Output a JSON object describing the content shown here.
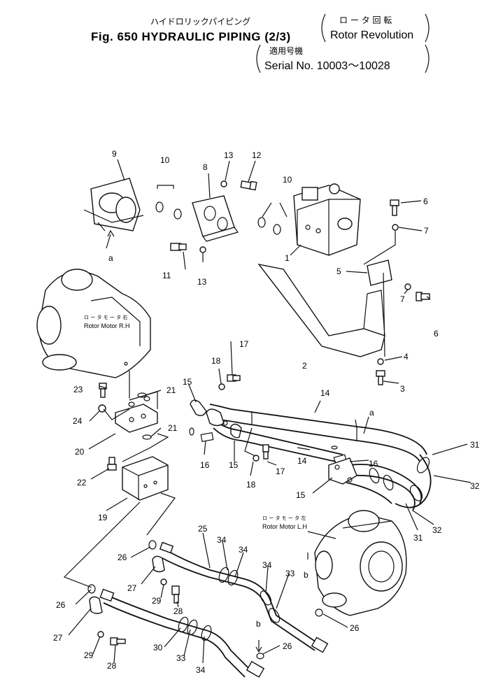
{
  "header": {
    "title_jp": "ハイドロリックパイピング",
    "title_en": "Fig. 650 HYDRAULIC PIPING (2/3)",
    "qualifier_jp": "ロ ー タ 回 転",
    "qualifier_en": "Rotor Revolution",
    "serial_jp": "適用号機",
    "serial_en": "Serial No. 10003～10028"
  },
  "motor_labels": {
    "rh_jp": "ロ ー タ  モ ー タ 右",
    "rh_en": "Rotor Motor R.H",
    "lh_jp": "ロ ー タ  モ ー タ 左",
    "lh_en": "Rotor Motor L.H"
  },
  "callouts": {
    "c9": "9",
    "c10a": "10",
    "c8": "8",
    "c13a": "13",
    "c12": "12",
    "c10b": "10",
    "c6a": "6",
    "c7a": "7",
    "c1": "1",
    "c5": "5",
    "c7b": "7",
    "c6b": "6",
    "ca1": "a",
    "c11": "11",
    "c13b": "13",
    "c2": "2",
    "c4": "4",
    "c3": "3",
    "c17a": "17",
    "c18a": "18",
    "c15a": "15",
    "c14a": "14",
    "ca2": "a",
    "c23": "23",
    "c21a": "21",
    "c24": "24",
    "c21b": "21",
    "c20": "20",
    "c16a": "16",
    "c15b": "15",
    "c14b": "14",
    "c16b": "16",
    "c17b": "17",
    "c18b": "18",
    "c31a": "31",
    "c32a": "32",
    "c22": "22",
    "c19": "19",
    "c15c": "15",
    "c31b": "31",
    "c32b": "32",
    "c25": "25",
    "c34a": "34",
    "c34b": "34",
    "c26a": "26",
    "c27a": "27",
    "c29a": "29",
    "c28a": "28",
    "c34c": "34",
    "c33a": "33",
    "cb1": "b",
    "c26b": "26",
    "c26c": "26",
    "c27b": "27",
    "c29b": "29",
    "c28b": "28",
    "c30": "30",
    "c33b": "33",
    "c34d": "34",
    "cb2": "b",
    "c26d": "26"
  }
}
